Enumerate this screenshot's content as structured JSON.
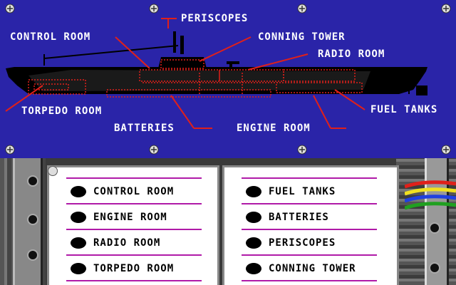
{
  "diagram": {
    "labels": {
      "periscopes": "PERISCOPES",
      "control_room": "CONTROL ROOM",
      "conning_tower": "CONNING TOWER",
      "radio_room": "RADIO ROOM",
      "torpedo_room": "TORPEDO ROOM",
      "fuel_tanks": "FUEL TANKS",
      "batteries": "BATTERIES",
      "engine_room": "ENGINE ROOM"
    },
    "colors": {
      "background": "#2a24a8",
      "hull": "#000000",
      "callout": "#e0201a",
      "text": "#ffffff"
    }
  },
  "menu": {
    "left": [
      {
        "label": "CONTROL ROOM"
      },
      {
        "label": "ENGINE ROOM"
      },
      {
        "label": "RADIO ROOM"
      },
      {
        "label": "TORPEDO ROOM"
      }
    ],
    "right": [
      {
        "label": "FUEL TANKS"
      },
      {
        "label": "BATTERIES"
      },
      {
        "label": "PERISCOPES"
      },
      {
        "label": "CONNING TOWER"
      }
    ],
    "colors": {
      "rule": "#b01aa8",
      "bullet": "#000000",
      "panel": "#ffffff"
    }
  }
}
